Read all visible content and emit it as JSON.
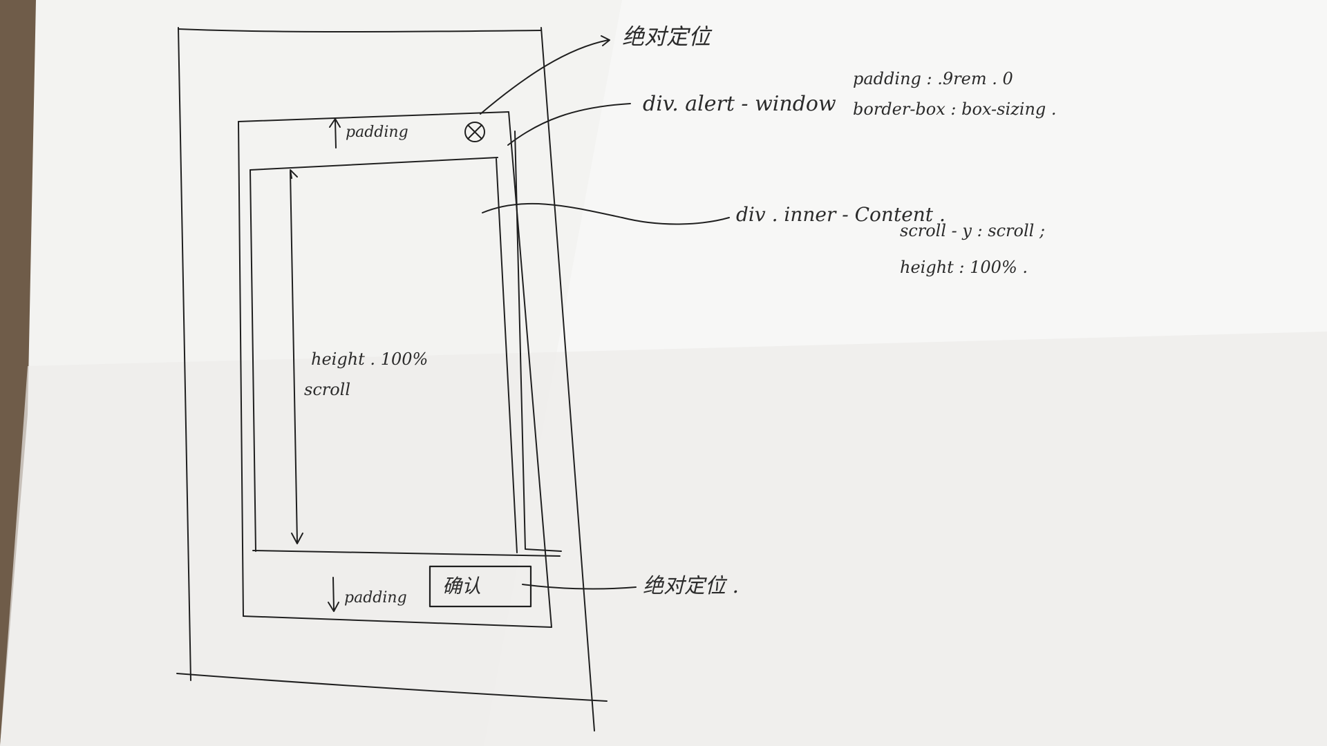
{
  "sketch": {
    "outer_frame_label_top_right": "绝对定位",
    "alert_window": {
      "name": "div. alert - window",
      "css_line_1": "padding : .9rem . 0",
      "css_line_2": "border-box : box-sizing ."
    },
    "inner_content": {
      "name": "div . inner - Content .",
      "css_line_1": "scroll - y : scroll ;",
      "css_line_2": "height : 100% ."
    },
    "top_padding_label": "padding",
    "bottom_padding_label": "padding",
    "inner_height_label": "height . 100%",
    "inner_scroll_label": "scroll",
    "confirm_button_label": "确认",
    "confirm_button_annotation": "绝对定位 .",
    "close_icon": "close-circle-icon"
  }
}
